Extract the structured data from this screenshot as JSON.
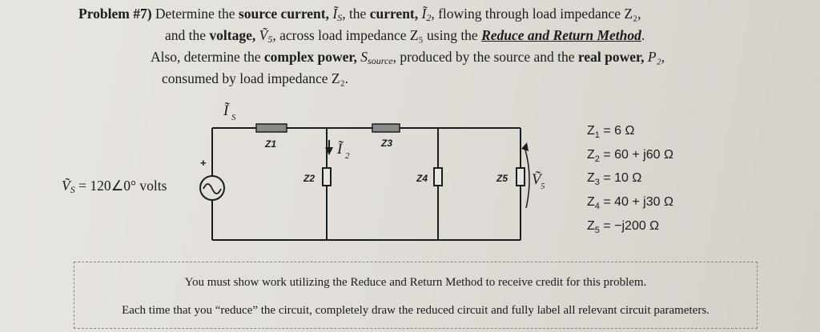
{
  "problem": {
    "label": "Problem #7)",
    "t1": "Determine the",
    "source_current": "source current,",
    "is_symbol": "Ĩ",
    "is_sub": "S",
    "t2": ", the",
    "current": "current,",
    "i2_symbol": "Ĩ",
    "i2_sub": "2",
    "t3": ", flowing through load impedance Z₂,",
    "t4": "and the",
    "voltage": "voltage,",
    "v5_symbol": "Ṽ",
    "v5_sub": "5",
    "t5": ", across load impedance Z₅ using the",
    "method": "Reduce and Return Method",
    "t6": ".",
    "t7": "Also, determine the",
    "complex_power": "complex power,",
    "s_source": "S",
    "s_source_sub": "source",
    "t8": ", produced by the source and the",
    "real_power": "real power,",
    "p2": "P₂,",
    "t9": "consumed by load impedance Z₂."
  },
  "circuit": {
    "is_label": "Ĩ",
    "is_label_sub": "S",
    "z1": "Z1",
    "z2": "Z2",
    "z3": "Z3",
    "z4": "Z4",
    "z5": "Z5",
    "i2_label": "Ĩ",
    "i2_label_sub": "2",
    "v5_label": "Ṽ",
    "v5_label_sub": "5",
    "plus": "+"
  },
  "source": {
    "symbol": "Ṽ",
    "sub": "S",
    "value": " = 120∠0° volts"
  },
  "impedances": [
    {
      "name": "Z",
      "sub": "1",
      "value": " = 6 Ω"
    },
    {
      "name": "Z",
      "sub": "2",
      "value": " = 60 + j60 Ω"
    },
    {
      "name": "Z",
      "sub": "3",
      "value": " = 10 Ω"
    },
    {
      "name": "Z",
      "sub": "4",
      "value": " = 40 + j30 Ω"
    },
    {
      "name": "Z",
      "sub": "5",
      "value": " = −j200 Ω"
    }
  ],
  "note": {
    "line1": "You must show work utilizing the Reduce and Return Method to receive credit for this problem.",
    "line2": "Each time that you “reduce” the circuit, completely draw the reduced circuit and fully label all relevant circuit parameters."
  },
  "colors": {
    "ink": "#1c1c1c",
    "resistor_fill": "#8a8a8a"
  }
}
